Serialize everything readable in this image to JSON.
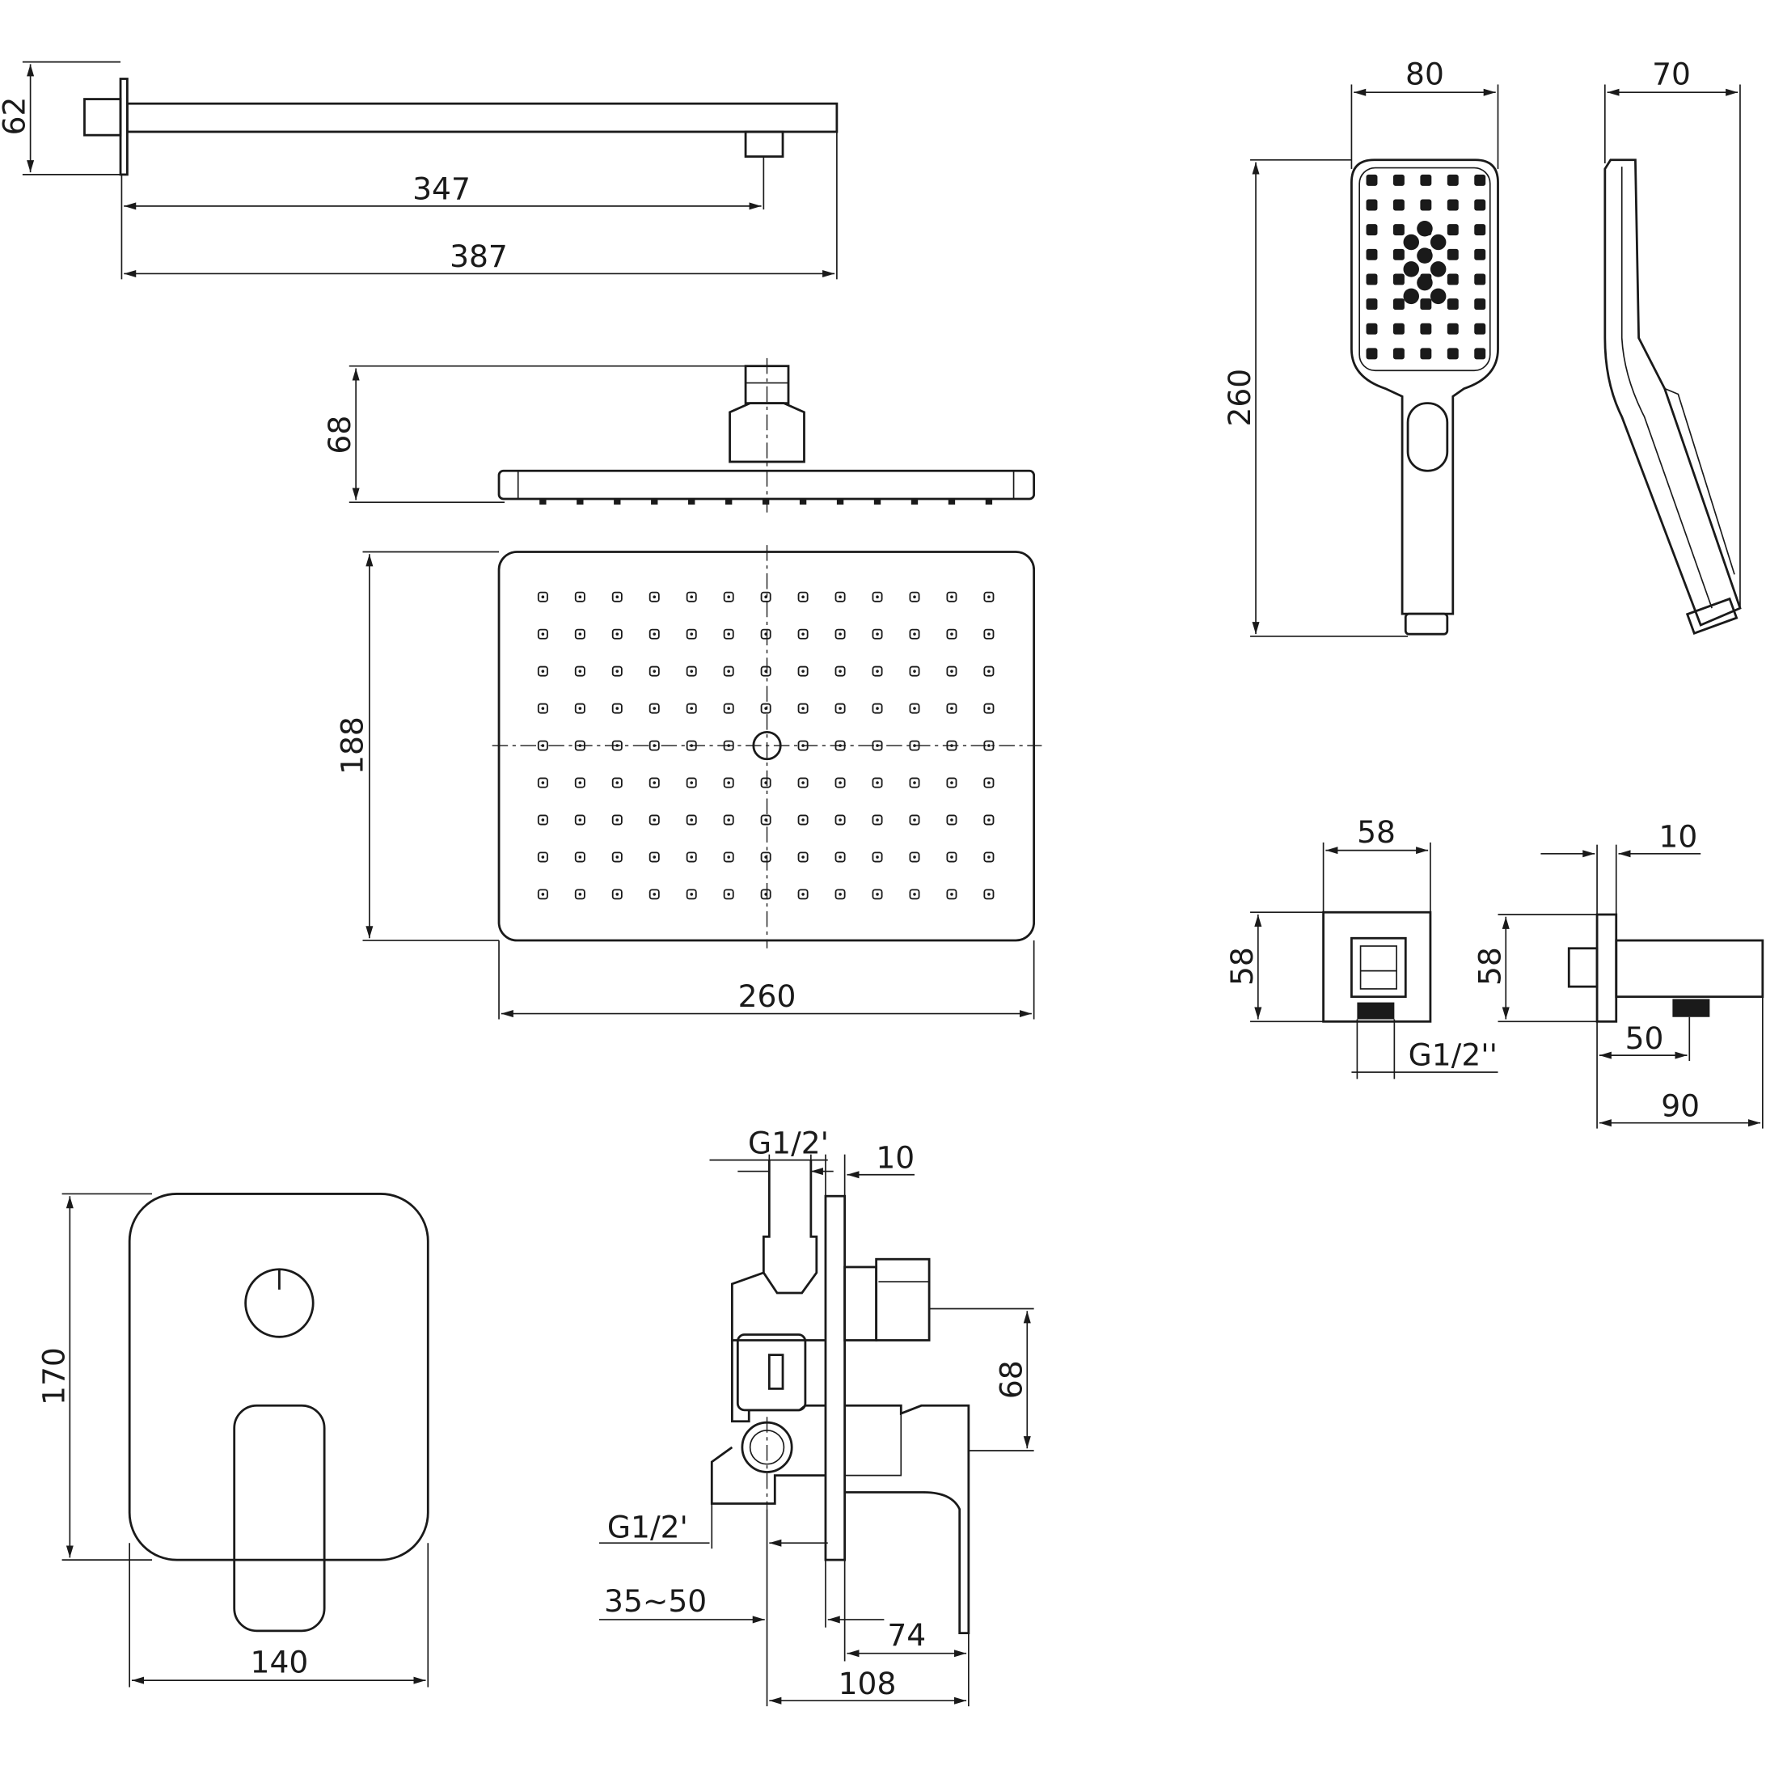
{
  "colors": {
    "ink": "#1a1a1a",
    "background": "#ffffff"
  },
  "shower_arm": {
    "height": "62",
    "reach_to_outlet": "347",
    "total_length": "387"
  },
  "rain_head_side": {
    "height": "68"
  },
  "rain_head_top": {
    "depth": "188",
    "width": "260"
  },
  "hand_shower": {
    "width": "80",
    "side_depth": "70",
    "length": "260"
  },
  "wall_outlet": {
    "front_width": "58",
    "front_height": "58",
    "thread": "G1/2''",
    "plate_thickness": "10",
    "side_height": "58",
    "outlet_offset": "50",
    "projection": "90"
  },
  "mixer_front": {
    "height": "170",
    "width": "140"
  },
  "mixer_side": {
    "top_thread": "G1/2'",
    "plate_thickness": "10",
    "outlet_height": "68",
    "bottom_thread": "G1/2'",
    "install_depth": "35~50",
    "lever_projection": "74",
    "total_projection": "108"
  }
}
